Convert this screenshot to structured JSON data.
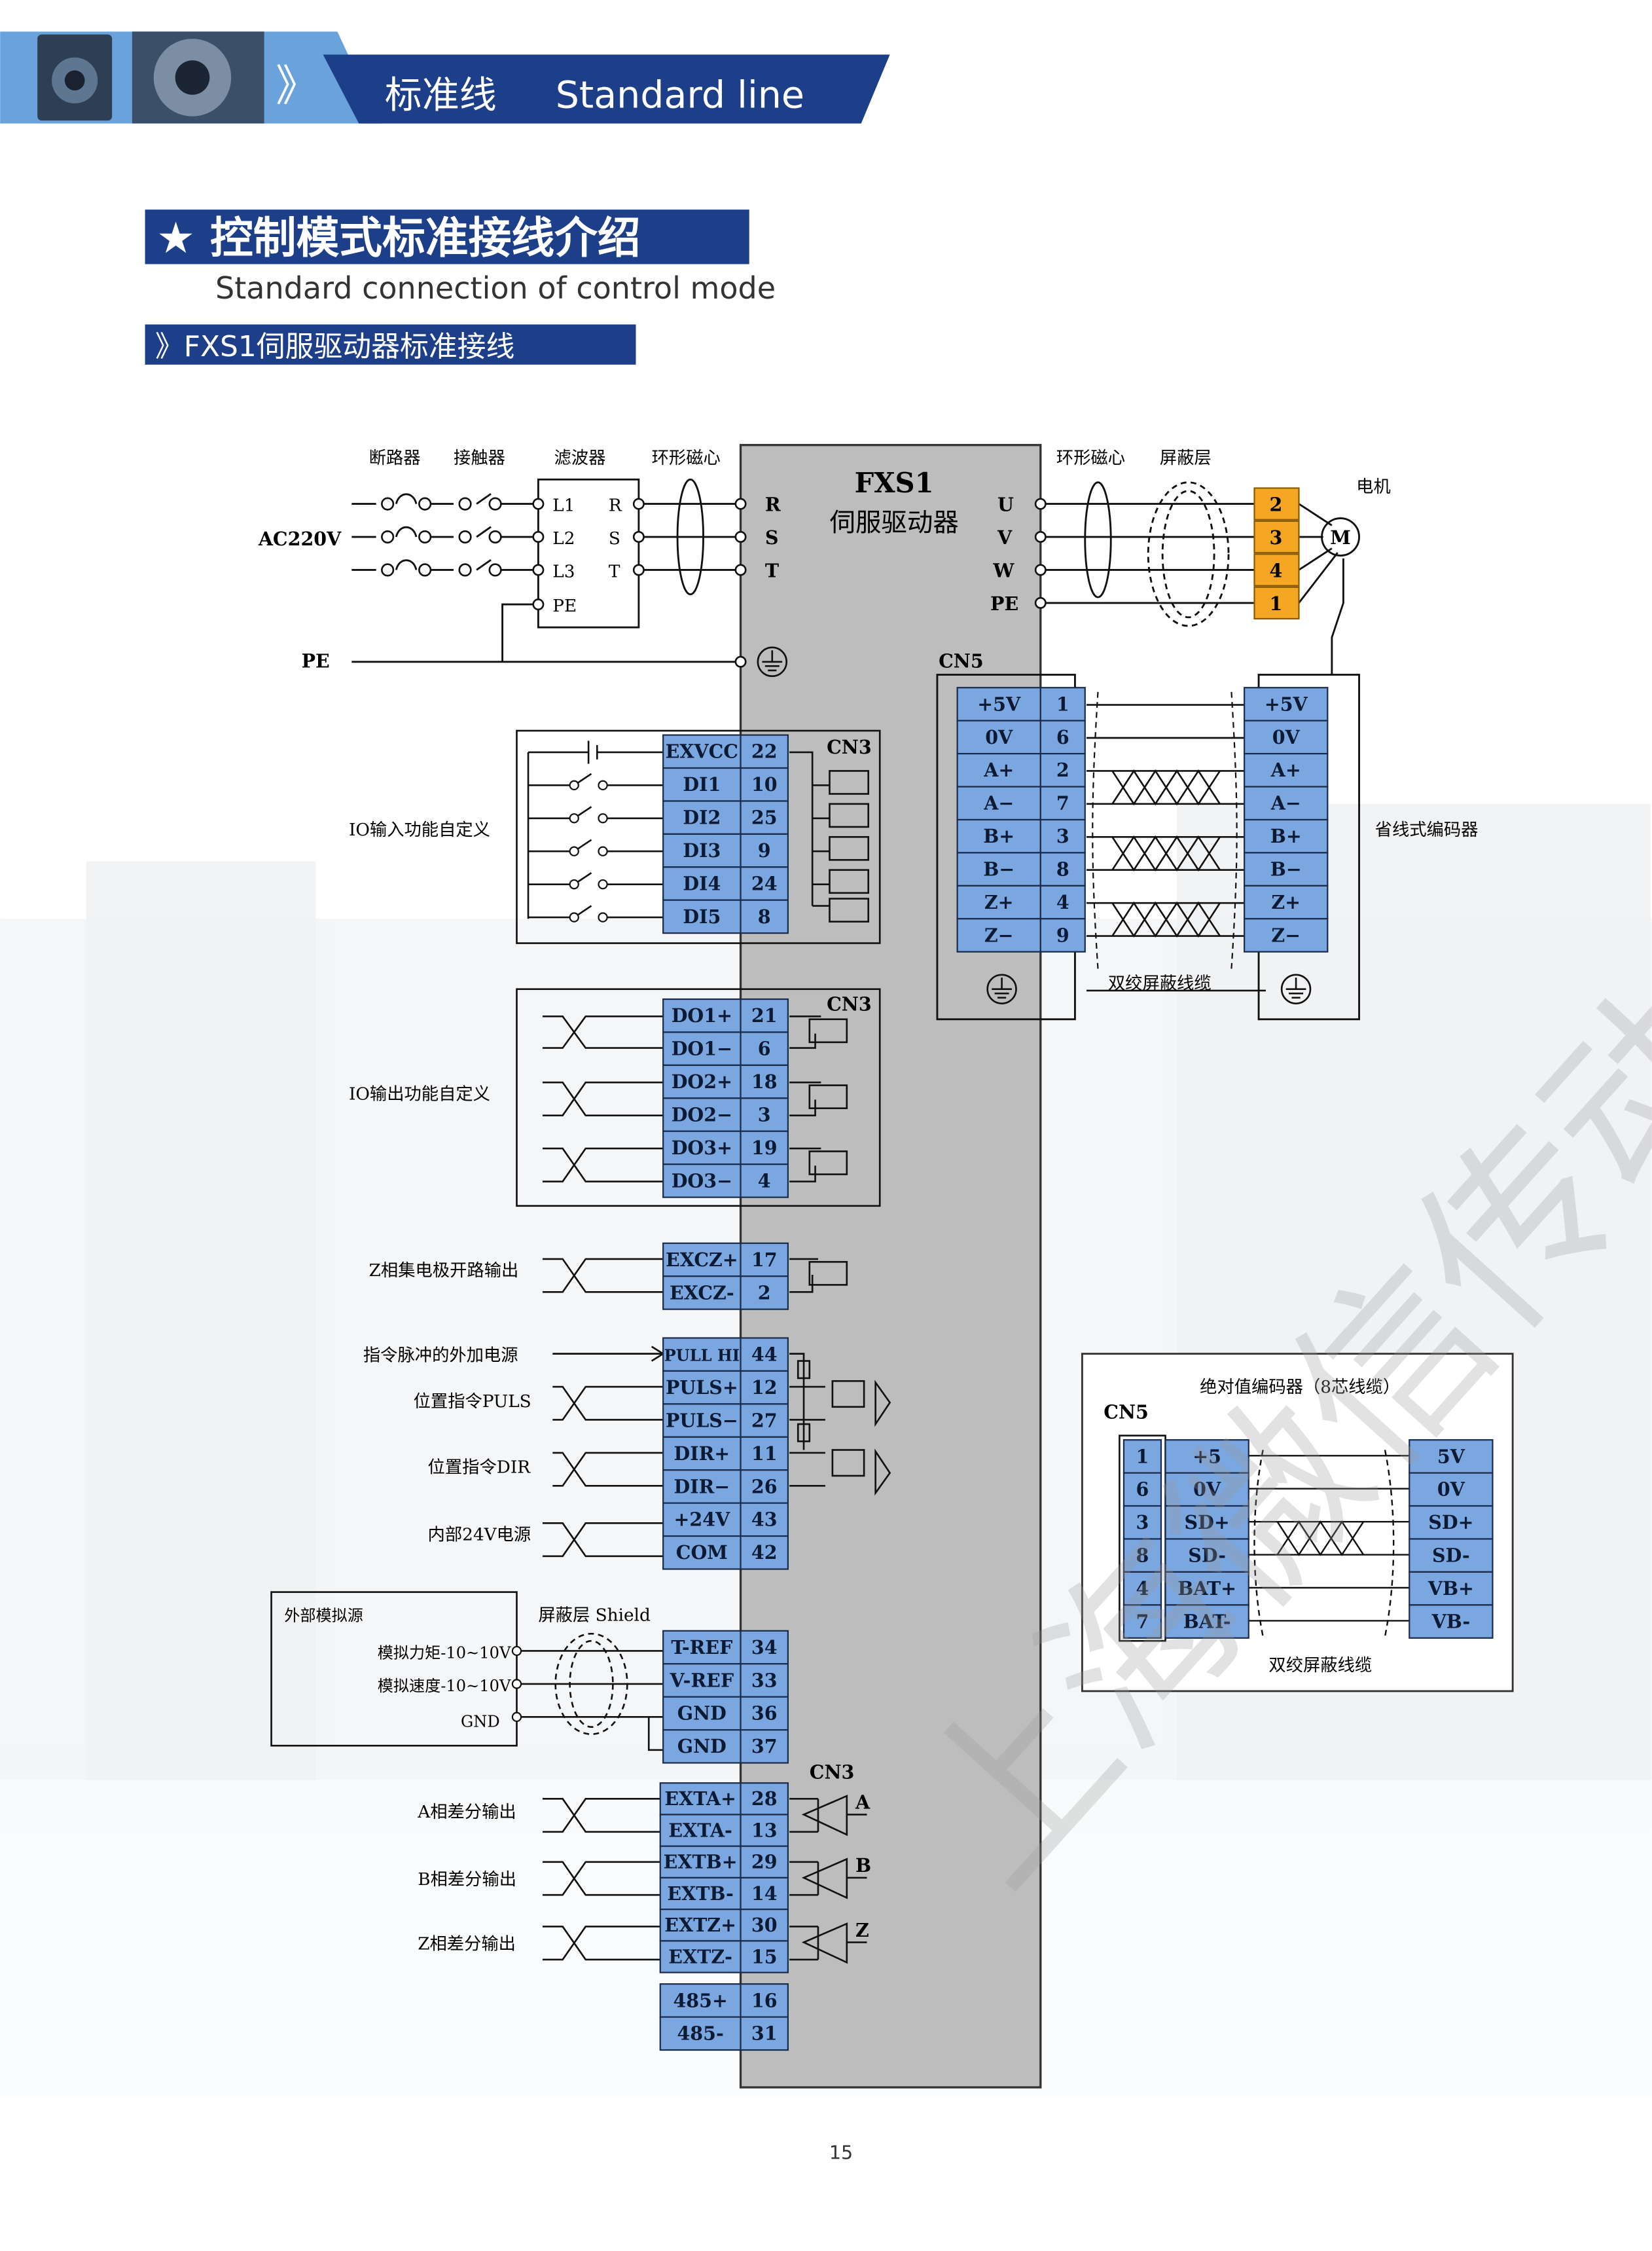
{
  "header": {
    "title_cn": "标准线",
    "title_en": "Standard line",
    "arrow": "》"
  },
  "section": {
    "title_cn": "★ 控制模式标准接线介绍",
    "title_en": "Standard connection of control mode",
    "subtitle": "》FXS1伺服驱动器标准接线"
  },
  "drive": {
    "name": "FXS1",
    "name_cn": "伺服驱动器"
  },
  "power": {
    "breaker": "断路器",
    "contactor": "接触器",
    "filter": "滤波器",
    "ferrite": "环形磁心",
    "ac": "AC220V",
    "pe": "PE",
    "filter_in": [
      "L1",
      "L2",
      "L3",
      "PE"
    ],
    "filter_out": [
      "R",
      "S",
      "T"
    ],
    "drive_terms": [
      "R",
      "S",
      "T"
    ]
  },
  "motor": {
    "ferrite": "环形磁心",
    "shield": "屏蔽层",
    "label": "电机",
    "symbol": "M",
    "terms": [
      "U",
      "V",
      "W",
      "PE"
    ],
    "pins": [
      "2",
      "3",
      "4",
      "1"
    ]
  },
  "cn5": {
    "label": "CN5",
    "rows": [
      [
        "+5V",
        "1"
      ],
      [
        "0V",
        "6"
      ],
      [
        "A+",
        "2"
      ],
      [
        "A−",
        "7"
      ],
      [
        "B+",
        "3"
      ],
      [
        "B−",
        "8"
      ],
      [
        "Z+",
        "4"
      ],
      [
        "Z−",
        "9"
      ]
    ],
    "encoder_rows": [
      "+5V",
      "0V",
      "A+",
      "A−",
      "B+",
      "B−",
      "Z+",
      "Z−"
    ],
    "encoder_label": "省线式编码器",
    "cable_label": "双绞屏蔽线缆"
  },
  "cn3": {
    "label": "CN3"
  },
  "io_in": {
    "label": "IO输入功能自定义",
    "rows": [
      [
        "EXVCC",
        "22"
      ],
      [
        "DI1",
        "10"
      ],
      [
        "DI2",
        "25"
      ],
      [
        "DI3",
        "9"
      ],
      [
        "DI4",
        "24"
      ],
      [
        "DI5",
        "8"
      ]
    ]
  },
  "io_out": {
    "label": "IO输出功能自定义",
    "rows": [
      [
        "DO1+",
        "21"
      ],
      [
        "DO1−",
        "6"
      ],
      [
        "DO2+",
        "18"
      ],
      [
        "DO2−",
        "3"
      ],
      [
        "DO3+",
        "19"
      ],
      [
        "DO3−",
        "4"
      ]
    ]
  },
  "z_oc": {
    "label": "Z相集电极开路输出",
    "rows": [
      [
        "EXCZ+",
        "17"
      ],
      [
        "EXCZ-",
        "2"
      ]
    ]
  },
  "pulse": {
    "labels": [
      "指令脉冲的外加电源",
      "位置指令PULS",
      "位置指令DIR",
      "内部24V电源"
    ],
    "rows": [
      [
        "PULL HI",
        "44"
      ],
      [
        "PULS+",
        "12"
      ],
      [
        "PULS−",
        "27"
      ],
      [
        "DIR+",
        "11"
      ],
      [
        "DIR−",
        "26"
      ],
      [
        "+24V",
        "43"
      ],
      [
        "COM",
        "42"
      ]
    ]
  },
  "analog": {
    "title": "外部模拟源",
    "shield": "屏蔽层 Shield",
    "torque": "模拟力矩-10~10V",
    "speed": "模拟速度-10~10V",
    "gnd": "GND",
    "rows": [
      [
        "T-REF",
        "34"
      ],
      [
        "V-REF",
        "33"
      ],
      [
        "GND",
        "36"
      ],
      [
        "GND",
        "37"
      ]
    ]
  },
  "diff": {
    "labels": [
      "A相差分输出",
      "B相差分输出",
      "Z相差分输出"
    ],
    "rows": [
      [
        "EXTA+",
        "28"
      ],
      [
        "EXTA-",
        "13"
      ],
      [
        "EXTB+",
        "29"
      ],
      [
        "EXTB-",
        "14"
      ],
      [
        "EXTZ+",
        "30"
      ],
      [
        "EXTZ-",
        "15"
      ]
    ],
    "gates": [
      "A",
      "B",
      "Z"
    ]
  },
  "rs485": {
    "rows": [
      [
        "485+",
        "16"
      ],
      [
        "485-",
        "31"
      ]
    ]
  },
  "abs": {
    "title": "绝对值编码器（8芯线缆）",
    "cn": "CN5",
    "rows": [
      [
        "1",
        "+5",
        "5V"
      ],
      [
        "6",
        "0V",
        "0V"
      ],
      [
        "3",
        "SD+",
        "SD+"
      ],
      [
        "8",
        "SD-",
        "SD-"
      ],
      [
        "4",
        "BAT+",
        "VB+"
      ],
      [
        "7",
        "BAT-",
        "VB-"
      ]
    ],
    "cable": "双绞屏蔽线缆"
  },
  "page_number": "15",
  "watermark": "上海微信传动",
  "colors": {
    "navy": "#1d3f8a",
    "cell": "#7ba7e0",
    "drive": "#bdbdbd",
    "orange": "#f5a623",
    "banner_light": "#6aa3dc"
  }
}
